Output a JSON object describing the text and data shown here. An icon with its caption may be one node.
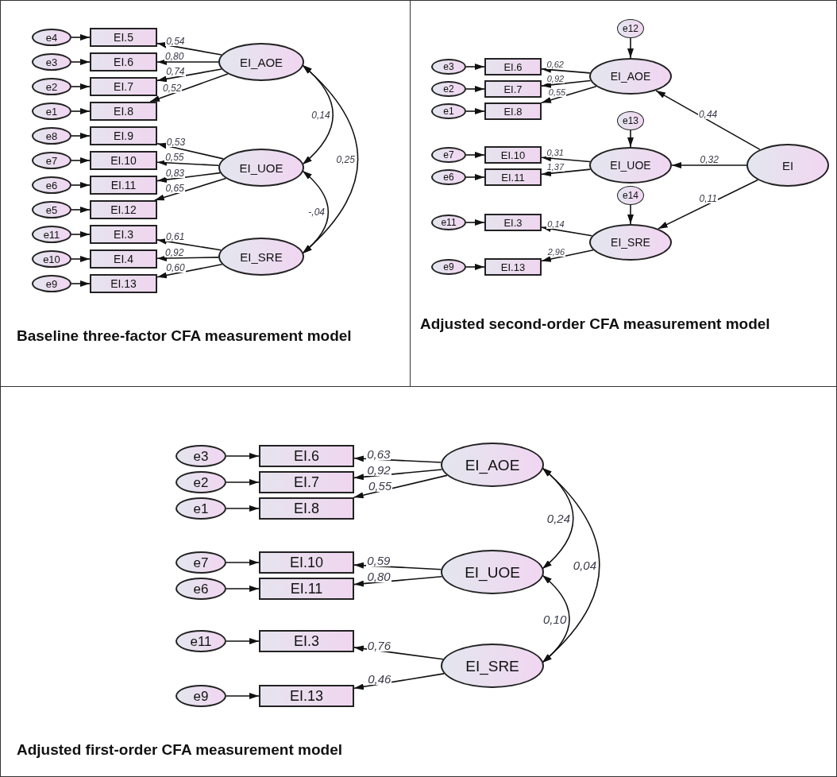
{
  "diagram": {
    "nodes": [
      {
        "text": [
          "Baseline three-factor CFA measurement model"
        ]
      },
      {
        "text": [
          "e4"
        ],
        "in": 0
      },
      {
        "text": [
          "EI.5"
        ],
        "in": 0
      },
      {
        "text": [
          "e3"
        ],
        "in": 0
      },
      {
        "text": [
          "EI.6"
        ],
        "in": 0
      },
      {
        "text": [
          "e2"
        ],
        "in": 0
      },
      {
        "text": [
          "EI.7"
        ],
        "in": 0
      },
      {
        "text": [
          "e1"
        ],
        "in": 0
      },
      {
        "text": [
          "EI.8"
        ],
        "in": 0
      },
      {
        "text": [
          "e8"
        ],
        "in": 0
      },
      {
        "text": [
          "EI.9"
        ],
        "in": 0
      },
      {
        "text": [
          "e7"
        ],
        "in": 0
      },
      {
        "text": [
          "EI.10"
        ],
        "in": 0
      },
      {
        "text": [
          "e6"
        ],
        "in": 0
      },
      {
        "text": [
          "EI.11"
        ],
        "in": 0
      },
      {
        "text": [
          "e5"
        ],
        "in": 0
      },
      {
        "text": [
          "EI.12"
        ],
        "in": 0
      },
      {
        "text": [
          "e11"
        ],
        "in": 0
      },
      {
        "text": [
          "EI.3"
        ],
        "in": 0
      },
      {
        "text": [
          "e10"
        ],
        "in": 0
      },
      {
        "text": [
          "EI.4"
        ],
        "in": 0
      },
      {
        "text": [
          "e9"
        ],
        "in": 0
      },
      {
        "text": [
          "EI.13"
        ],
        "in": 0
      },
      {
        "text": [
          "EI_AOE"
        ],
        "in": 0
      },
      {
        "text": [
          "EI_UOE"
        ],
        "in": 0
      },
      {
        "text": [
          "EI_SRE"
        ],
        "in": 0
      },
      {
        "text": [
          "Adjusted second-order CFA measurement model"
        ]
      },
      {
        "text": [
          "e3"
        ],
        "in": 26
      },
      {
        "text": [
          "EI.6"
        ],
        "in": 26
      },
      {
        "text": [
          "e2"
        ],
        "in": 26
      },
      {
        "text": [
          "EI.7"
        ],
        "in": 26
      },
      {
        "text": [
          "e1"
        ],
        "in": 26
      },
      {
        "text": [
          "EI.8"
        ],
        "in": 26
      },
      {
        "text": [
          "e7"
        ],
        "in": 26
      },
      {
        "text": [
          "EI.10"
        ],
        "in": 26
      },
      {
        "text": [
          "e6"
        ],
        "in": 26
      },
      {
        "text": [
          "EI.11"
        ],
        "in": 26
      },
      {
        "text": [
          "e11"
        ],
        "in": 26
      },
      {
        "text": [
          "EI.3"
        ],
        "in": 26
      },
      {
        "text": [
          "e9"
        ],
        "in": 26
      },
      {
        "text": [
          "EI.13"
        ],
        "in": 26
      },
      {
        "text": [
          "e12"
        ],
        "in": 26
      },
      {
        "text": [
          "EI_AOE"
        ],
        "in": 26
      },
      {
        "text": [
          "e13"
        ],
        "in": 26
      },
      {
        "text": [
          "EI_UOE"
        ],
        "in": 26
      },
      {
        "text": [
          "e14"
        ],
        "in": 26
      },
      {
        "text": [
          "EI_SRE"
        ],
        "in": 26
      },
      {
        "text": [
          "EI"
        ],
        "in": 26
      },
      {
        "text": [
          "Adjusted first-order CFA measurement model"
        ]
      },
      {
        "text": [
          "e3"
        ],
        "in": 48
      },
      {
        "text": [
          "EI.6"
        ],
        "in": 48
      },
      {
        "text": [
          "e2"
        ],
        "in": 48
      },
      {
        "text": [
          "EI.7"
        ],
        "in": 48
      },
      {
        "text": [
          "e1"
        ],
        "in": 48
      },
      {
        "text": [
          "EI.8"
        ],
        "in": 48
      },
      {
        "text": [
          "e7"
        ],
        "in": 48
      },
      {
        "text": [
          "EI.10"
        ],
        "in": 48
      },
      {
        "text": [
          "e6"
        ],
        "in": 48
      },
      {
        "text": [
          "EI.11"
        ],
        "in": 48
      },
      {
        "text": [
          "e11"
        ],
        "in": 48
      },
      {
        "text": [
          "EI.3"
        ],
        "in": 48
      },
      {
        "text": [
          "e9"
        ],
        "in": 48
      },
      {
        "text": [
          "EI.13"
        ],
        "in": 48
      },
      {
        "text": [
          "EI_AOE"
        ],
        "in": 48
      },
      {
        "text": [
          "EI_UOE"
        ],
        "in": 48
      },
      {
        "text": [
          "EI_SRE"
        ],
        "in": 48
      }
    ],
    "edges": [
      {
        "from": 1,
        "to": 2,
        "arrow": "to"
      },
      {
        "from": 3,
        "to": 4,
        "arrow": "to"
      },
      {
        "from": 5,
        "to": 6,
        "arrow": "to"
      },
      {
        "from": 7,
        "to": 8,
        "arrow": "to"
      },
      {
        "from": 9,
        "to": 10,
        "arrow": "to"
      },
      {
        "from": 11,
        "to": 12,
        "arrow": "to"
      },
      {
        "from": 13,
        "to": 14,
        "arrow": "to"
      },
      {
        "from": 15,
        "to": 16,
        "arrow": "to"
      },
      {
        "from": 17,
        "to": 18,
        "arrow": "to"
      },
      {
        "from": 19,
        "to": 20,
        "arrow": "to"
      },
      {
        "from": 21,
        "to": 22,
        "arrow": "to"
      },
      {
        "from": 23,
        "to": 2,
        "arrow": "to",
        "label": "0,54"
      },
      {
        "from": 23,
        "to": 4,
        "arrow": "to",
        "label": "0,80"
      },
      {
        "from": 23,
        "to": 6,
        "arrow": "to",
        "label": "0,74"
      },
      {
        "from": 23,
        "to": 8,
        "arrow": "to",
        "label": "0,52"
      },
      {
        "from": 24,
        "to": 10,
        "arrow": "to",
        "label": "0,53"
      },
      {
        "from": 24,
        "to": 12,
        "arrow": "to",
        "label": "0,55"
      },
      {
        "from": 24,
        "to": 14,
        "arrow": "to",
        "label": "0,83"
      },
      {
        "from": 24,
        "to": 16,
        "arrow": "to",
        "label": "0,65"
      },
      {
        "from": 25,
        "to": 18,
        "arrow": "to",
        "label": "0,61"
      },
      {
        "from": 25,
        "to": 20,
        "arrow": "to",
        "label": "0,92"
      },
      {
        "from": 25,
        "to": 22,
        "arrow": "to",
        "label": "0,60"
      },
      {
        "from": 23,
        "to": 24,
        "arrow": "both",
        "label": "0,14"
      },
      {
        "from": 24,
        "to": 25,
        "arrow": "both",
        "label": "-,04"
      },
      {
        "from": 23,
        "to": 25,
        "arrow": "both",
        "label": "0,25"
      },
      {
        "from": 27,
        "to": 28,
        "arrow": "to"
      },
      {
        "from": 29,
        "to": 30,
        "arrow": "to"
      },
      {
        "from": 31,
        "to": 32,
        "arrow": "to"
      },
      {
        "from": 33,
        "to": 34,
        "arrow": "to"
      },
      {
        "from": 35,
        "to": 36,
        "arrow": "to"
      },
      {
        "from": 37,
        "to": 38,
        "arrow": "to"
      },
      {
        "from": 39,
        "to": 40,
        "arrow": "to"
      },
      {
        "from": 41,
        "to": 42,
        "arrow": "to"
      },
      {
        "from": 43,
        "to": 44,
        "arrow": "to"
      },
      {
        "from": 45,
        "to": 46,
        "arrow": "to"
      },
      {
        "from": 42,
        "to": 28,
        "arrow": "to",
        "label": "0,62"
      },
      {
        "from": 42,
        "to": 30,
        "arrow": "to",
        "label": "0,92"
      },
      {
        "from": 42,
        "to": 32,
        "arrow": "to",
        "label": "0,55"
      },
      {
        "from": 44,
        "to": 34,
        "arrow": "to",
        "label": "0,31"
      },
      {
        "from": 44,
        "to": 36,
        "arrow": "to",
        "label": "1,37"
      },
      {
        "from": 46,
        "to": 38,
        "arrow": "to",
        "label": "0,14"
      },
      {
        "from": 46,
        "to": 40,
        "arrow": "to",
        "label": "2,96"
      },
      {
        "from": 47,
        "to": 42,
        "arrow": "to",
        "label": "0,44"
      },
      {
        "from": 47,
        "to": 44,
        "arrow": "to",
        "label": "0,32"
      },
      {
        "from": 47,
        "to": 46,
        "arrow": "to",
        "label": "0,11"
      },
      {
        "from": 49,
        "to": 50,
        "arrow": "to"
      },
      {
        "from": 51,
        "to": 52,
        "arrow": "to"
      },
      {
        "from": 53,
        "to": 54,
        "arrow": "to"
      },
      {
        "from": 55,
        "to": 56,
        "arrow": "to"
      },
      {
        "from": 57,
        "to": 58,
        "arrow": "to"
      },
      {
        "from": 59,
        "to": 60,
        "arrow": "to"
      },
      {
        "from": 61,
        "to": 62,
        "arrow": "to"
      },
      {
        "from": 63,
        "to": 50,
        "arrow": "to",
        "label": "0,63"
      },
      {
        "from": 63,
        "to": 52,
        "arrow": "to",
        "label": "0,92"
      },
      {
        "from": 63,
        "to": 54,
        "arrow": "to",
        "label": "0,55"
      },
      {
        "from": 64,
        "to": 56,
        "arrow": "to",
        "label": "0,59"
      },
      {
        "from": 64,
        "to": 58,
        "arrow": "to",
        "label": "0,80"
      },
      {
        "from": 65,
        "to": 60,
        "arrow": "to",
        "label": "0,76"
      },
      {
        "from": 65,
        "to": 62,
        "arrow": "to",
        "label": "0,46"
      },
      {
        "from": 63,
        "to": 64,
        "arrow": "both",
        "label": "0,24"
      },
      {
        "from": 64,
        "to": 65,
        "arrow": "both",
        "label": "0,10"
      },
      {
        "from": 63,
        "to": 65,
        "arrow": "both",
        "label": "0,04"
      }
    ]
  }
}
